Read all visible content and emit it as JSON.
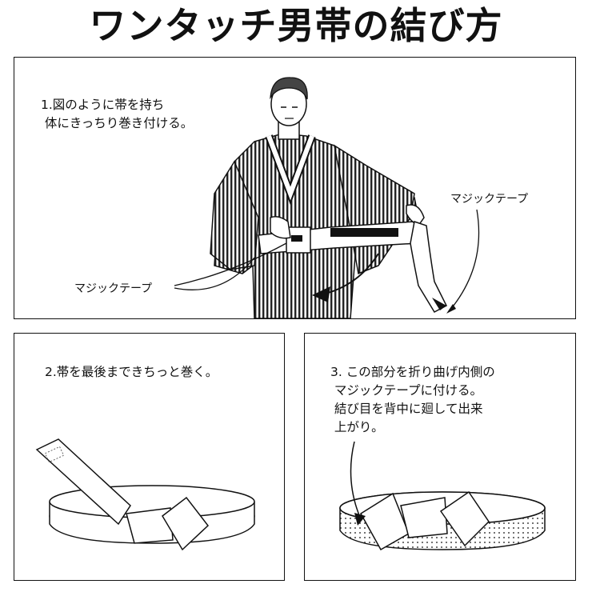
{
  "title": "ワンタッチ男帯の結び方",
  "steps": [
    {
      "text": "1.図のように帯を持ち\n 体にきっちり巻き付ける。"
    },
    {
      "text": "2.帯を最後まできちっと巻く。"
    },
    {
      "text": "3. この部分を折り曲げ内側の\n マジックテープに付ける。\n 結び目を背中に廻して出来\n 上がり。"
    }
  ],
  "labels": {
    "velcro_right": "マジックテープ",
    "velcro_left": "マジックテープ"
  }
}
